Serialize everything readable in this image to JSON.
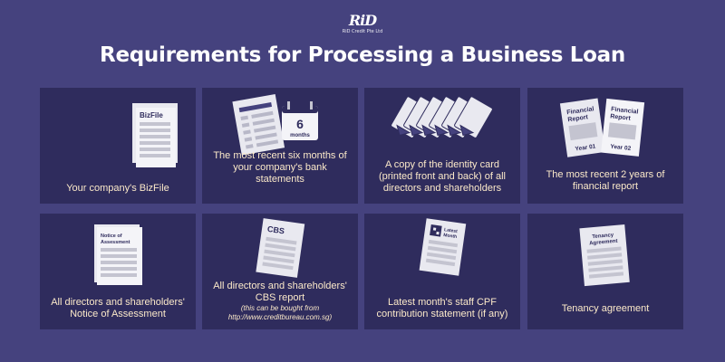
{
  "logo": {
    "mark": "RiD",
    "text": "RiD Credit Pte Ltd"
  },
  "title": "Requirements for Processing a Business Loan",
  "colors": {
    "background": "#45427e",
    "card": "#2f2c5d",
    "caption": "#fbe9c9",
    "accent": "#45427e",
    "paper": "#e9e9f0"
  },
  "cards": [
    {
      "caption": "Your company's BizFile",
      "doc_label": "BizFile",
      "icon": "bizfile-document-icon"
    },
    {
      "caption": "The most recent six months of your company's bank statements",
      "calendar_number": "6",
      "calendar_word": "months",
      "icon": "bank-statement-calendar-icon"
    },
    {
      "caption": "A copy of the identity card (printed front and back) of all directors and shareholders",
      "icon": "identity-card-stack-icon"
    },
    {
      "caption": "The most recent 2 years of financial report",
      "report_label_line1": "Financial",
      "report_label_line2": "Report",
      "year1": "Year 01",
      "year2": "Year 02",
      "icon": "financial-report-icon"
    },
    {
      "caption": "All directors and shareholders' Notice of Assessment",
      "doc_label_line1": "Notice of",
      "doc_label_line2": "Assessment",
      "icon": "notice-of-assessment-icon"
    },
    {
      "caption": "All directors and shareholders' CBS report",
      "caption_small": "(this can be bought from http://www.creditbureau.com.sg)",
      "doc_label": "CBS",
      "icon": "cbs-report-icon"
    },
    {
      "caption": "Latest month's staff CPF contribution statement (if any)",
      "doc_label_line1": "Latest",
      "doc_label_line2": "Month",
      "icon": "cpf-statement-icon"
    },
    {
      "caption": "Tenancy agreement",
      "doc_label_line1": "Tenancy",
      "doc_label_line2": "Agreement",
      "icon": "tenancy-agreement-icon"
    }
  ]
}
